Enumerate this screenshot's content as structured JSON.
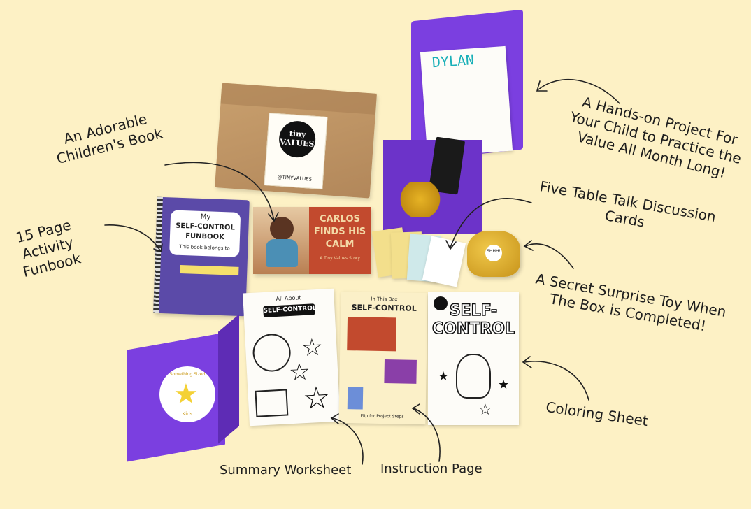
{
  "annotations": {
    "childrens_book": [
      "An Adorable",
      "Children's Book"
    ],
    "activity_funbook": [
      "15 Page",
      "Activity",
      "Funbook"
    ],
    "hands_on_project": [
      "A Hands-on Project For",
      "Your Child to Practice the",
      "Value All Month Long!"
    ],
    "table_talk": [
      "Five Table Talk Discussion",
      "Cards"
    ],
    "surprise_toy": [
      "A Secret Surprise Toy When",
      "The Box is Completed!"
    ],
    "coloring_sheet": "Coloring Sheet",
    "summary_worksheet": "Summary Worksheet",
    "instruction_page": "Instruction Page"
  },
  "products": {
    "box_logo": [
      "tiny",
      "VALUES"
    ],
    "box_handle": "@TINYVALUES",
    "funbook_title": [
      "My",
      "SELF-CONTROL",
      "FUNBOOK"
    ],
    "funbook_owner_line": "This book belongs to",
    "book_title": [
      "CARLOS",
      "FINDS HIS",
      "CALM"
    ],
    "book_subtitle": "A Tiny Values Story",
    "project_name": "DYLAN",
    "worksheet_header": "All About",
    "worksheet_title": "SELF-CONTROL",
    "instruction_header": "In This Box",
    "instruction_title": "SELF-CONTROL",
    "instruction_footer": "Flip for Project Steps",
    "coloring_title": [
      "SELF-",
      "CONTROL"
    ],
    "pouch_tag": "SHHH!",
    "star_box_sticker_top": "Something Sized",
    "star_box_sticker_bottom": "Kids"
  },
  "colors": {
    "background": "#fdf1c5",
    "purple": "#7b3fe0",
    "gold": "#d4a017",
    "kraft": "#c9a06e"
  }
}
